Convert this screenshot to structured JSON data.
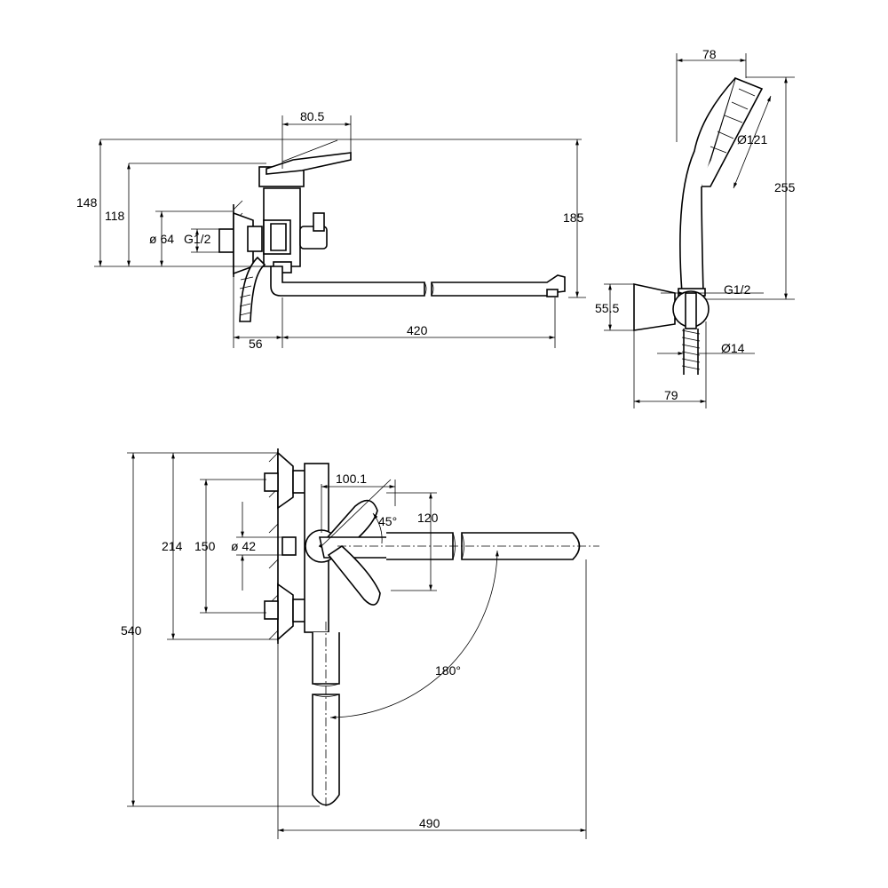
{
  "drawing": {
    "front_view": {
      "dims": {
        "handle_width": "80.5",
        "height_148": "148",
        "height_118": "118",
        "flange_diameter": "ø 64",
        "thread": "G1/2",
        "height_185": "185",
        "wall_offset": "56",
        "spout_length": "420"
      }
    },
    "hand_shower": {
      "dims": {
        "head_width": "78",
        "head_diameter": "Ø121",
        "length": "255",
        "thread": "G1/2",
        "holder_height": "55.5",
        "hose_diameter": "Ø14",
        "holder_depth": "79"
      }
    },
    "top_view": {
      "dims": {
        "handle_reach": "100.1",
        "handle_angle": "45°",
        "spout_offset": "120",
        "height_214": "214",
        "centers": "150",
        "flange_diameter": "ø 42",
        "total_height": "540",
        "swivel_angle": "180°",
        "total_width": "490"
      }
    }
  }
}
